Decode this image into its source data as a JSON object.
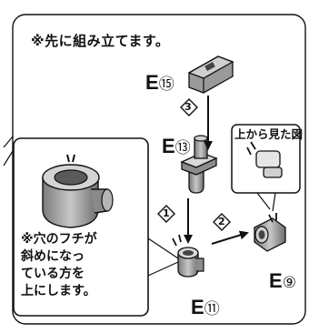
{
  "header_note": "※先に組み立てます。",
  "inset_top_view": {
    "caption": "上から見た図"
  },
  "inset_hole_note": {
    "text": "※穴のフチが\n斜めになっ\nている方を\n上にします。"
  },
  "parts": {
    "e15": {
      "letter": "E",
      "number": "⑮"
    },
    "e13": {
      "letter": "E",
      "number": "⑬"
    },
    "e9": {
      "letter": "E",
      "number": "⑨"
    },
    "e11": {
      "letter": "E",
      "number": "⑪"
    }
  },
  "steps": [
    "3",
    "1",
    "2"
  ],
  "colors": {
    "stroke": "#111111",
    "part_gray": "#9a9a9a",
    "part_light": "#d9d9d9",
    "accent_tick": "#111111"
  }
}
